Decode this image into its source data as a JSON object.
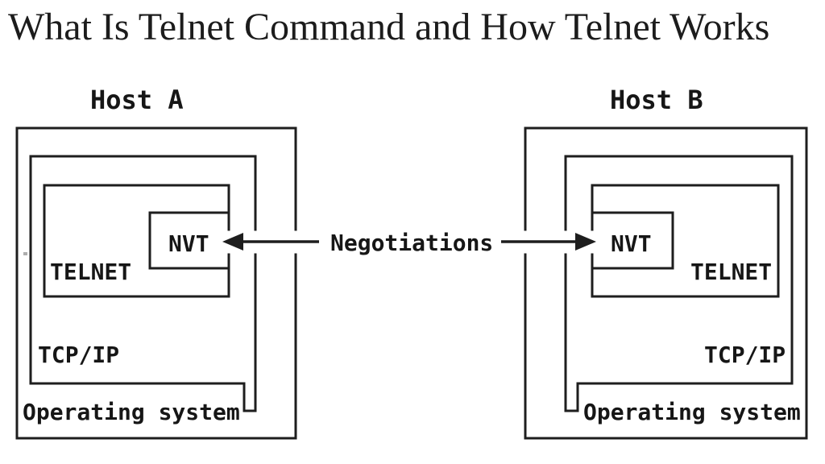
{
  "page": {
    "title": "What Is Telnet Command and How Telnet Works"
  },
  "diagram": {
    "center": {
      "negotiations_label": "Negotiations"
    },
    "host_a": {
      "name": "Host A",
      "layers": {
        "os": "Operating system",
        "tcpip": "TCP/IP",
        "telnet": "TELNET",
        "nvt": "NVT"
      }
    },
    "host_b": {
      "name": "Host B",
      "layers": {
        "os": "Operating system",
        "tcpip": "TCP/IP",
        "telnet": "TELNET",
        "nvt": "NVT"
      }
    },
    "colors": {
      "line": "#1e1e1e",
      "text": "#161616",
      "background": "#ffffff"
    }
  }
}
